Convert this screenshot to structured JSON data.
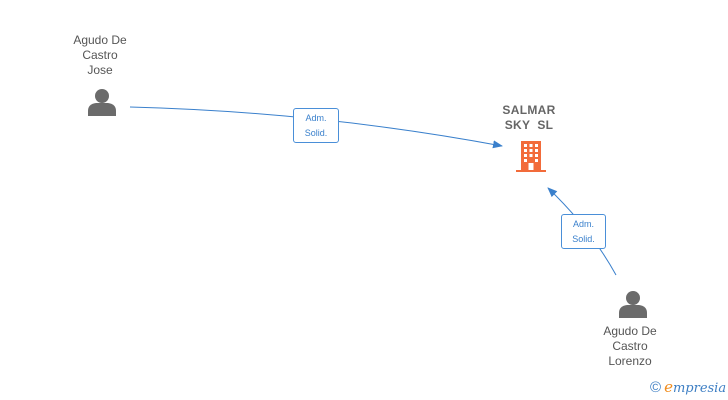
{
  "nodes": {
    "person_jose": {
      "label_lines": [
        "Agudo De",
        "Castro",
        "Jose"
      ]
    },
    "company": {
      "label_lines": [
        "SALMAR",
        "SKY  SL"
      ]
    },
    "person_lorenzo": {
      "label_lines": [
        "Agudo De",
        "Castro",
        "Lorenzo"
      ]
    }
  },
  "edges": [
    {
      "from": "person_jose",
      "to": "company",
      "label_lines": [
        "Adm.",
        "Solid."
      ]
    },
    {
      "from": "person_lorenzo",
      "to": "company",
      "label_lines": [
        "Adm.",
        "Solid."
      ]
    }
  ],
  "colors": {
    "edge": "#3a80cc",
    "person_icon": "#6b6b6b",
    "company_icon": "#f26b3a",
    "brand_accent": "#f08c1d",
    "brand_text": "#3e7fc4"
  },
  "icons": {
    "person": "person-icon",
    "company": "building-icon",
    "copyright": "©"
  },
  "brand": {
    "copyright": "©",
    "initial": "e",
    "rest": "mpresia"
  }
}
